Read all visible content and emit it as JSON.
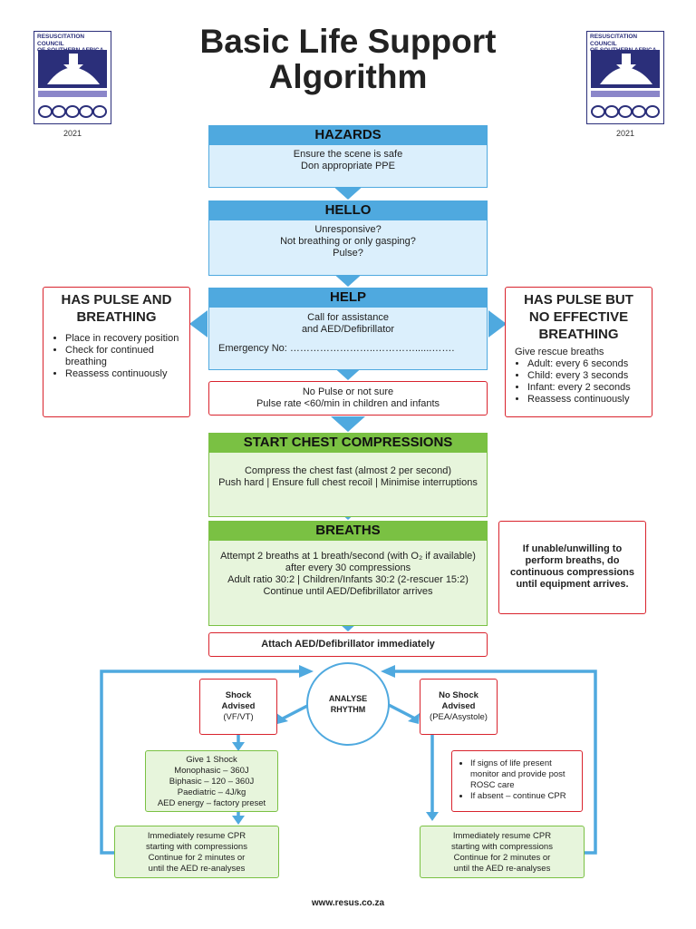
{
  "title_line1": "Basic Life Support",
  "title_line2": "Algorithm",
  "logo": {
    "text_line1": "RESUSCITATION COUNCIL",
    "text_line2": "OF SOUTHERN AFRICA",
    "year": "2021"
  },
  "hazards": {
    "heading": "HAZARDS",
    "lines": [
      "Ensure the scene is safe",
      "Don appropriate PPE"
    ]
  },
  "hello": {
    "heading": "HELLO",
    "lines": [
      "Unresponsive?",
      "Not breathing or only gasping?",
      "Pulse?"
    ]
  },
  "help": {
    "heading": "HELP",
    "lines": [
      "Call for assistance",
      "and AED/Defibrillator"
    ],
    "emergency": "Emergency No: ……………………..…………......……."
  },
  "pulse_breathing": {
    "title_line1": "HAS PULSE AND",
    "title_line2": "BREATHING",
    "items": [
      "Place in recovery position",
      "Check for continued breathing",
      "Reassess continuously"
    ]
  },
  "pulse_no_breathing": {
    "title_line1": "HAS PULSE BUT",
    "title_line2": "NO EFFECTIVE",
    "title_line3": "BREATHING",
    "intro": "Give rescue breaths",
    "items": [
      "Adult: every 6 seconds",
      "Child: every 3 seconds",
      "Infant: every 2 seconds",
      "Reassess continuously"
    ]
  },
  "no_pulse": {
    "lines": [
      "No Pulse or not sure",
      "Pulse rate <60/min in children and infants"
    ]
  },
  "compressions": {
    "heading": "START CHEST COMPRESSIONS",
    "lines": [
      "Compress the chest fast (almost 2 per second)",
      "Push hard | Ensure full chest recoil | Minimise interruptions"
    ]
  },
  "breaths": {
    "heading": "BREATHS",
    "lines": [
      "Attempt 2 breaths at 1 breath/second (with O₂ if available)",
      "after every 30 compressions",
      "Adult ratio 30:2 | Children/Infants 30:2 (2-rescuer 15:2)",
      "Continue until AED/Defibrillator arrives"
    ]
  },
  "unable_note": {
    "lines": [
      "If unable/unwilling to",
      "perform breaths, do",
      "continuous compressions",
      "until equipment arrives."
    ]
  },
  "attach_aed": "Attach AED/Defibrillator immediately",
  "analyse": {
    "line1": "ANALYSE",
    "line2": "RHYTHM"
  },
  "shock": {
    "line1": "Shock",
    "line2": "Advised",
    "line3": "(VF/VT)"
  },
  "no_shock": {
    "line1": "No Shock",
    "line2": "Advised",
    "line3": "(PEA/Asystole)"
  },
  "give_shock": {
    "lines": [
      "Give 1 Shock",
      "Monophasic – 360J",
      "Biphasic – 120 – 360J",
      "Paediatric – 4J/kg",
      "AED energy – factory preset"
    ]
  },
  "signs_of_life": {
    "items": [
      "If signs of life present monitor and provide post ROSC care",
      "If absent – continue CPR"
    ]
  },
  "resume_left": {
    "lines": [
      "Immediately resume CPR",
      "starting with compressions",
      "Continue for 2 minutes or",
      "until the AED re-analyses"
    ]
  },
  "resume_right": {
    "lines": [
      "Immediately resume CPR",
      "starting with compressions",
      "Continue for 2 minutes or",
      "until the AED re-analyses"
    ]
  },
  "footer_url": "www.resus.co.za",
  "colors": {
    "blue": "#4fa9df",
    "light_blue": "#dbeffc",
    "green": "#7ac143",
    "light_green": "#e7f5dc",
    "red": "#d9232d",
    "navy": "#2b2f7a"
  }
}
